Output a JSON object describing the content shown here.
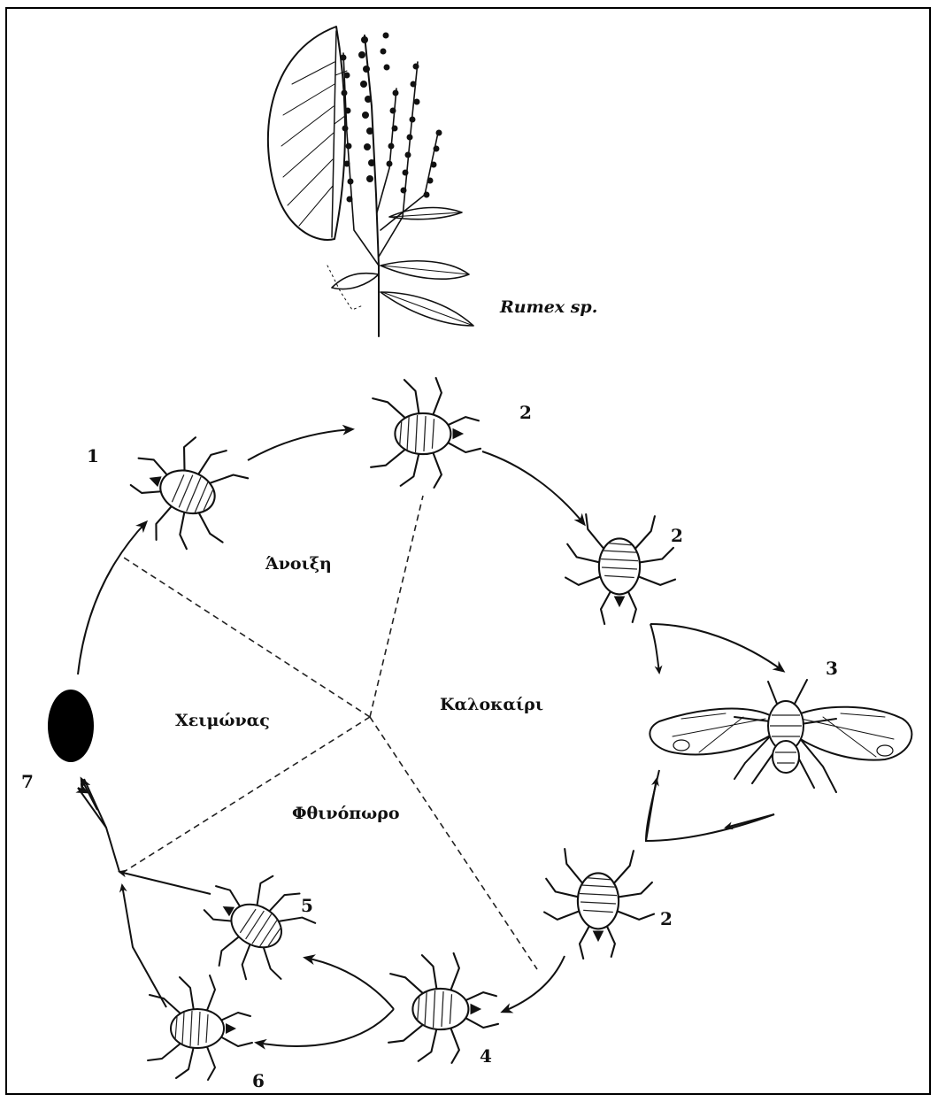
{
  "host_plant": {
    "name": "Rumex sp."
  },
  "seasons": {
    "spring": "Άνοιξη",
    "summer": "Καλοκαίρι",
    "autumn": "Φθινόπωρο",
    "winter": "Χειμώνας"
  },
  "stages": [
    {
      "id": "s1",
      "label": "1"
    },
    {
      "id": "s2a",
      "label": "2"
    },
    {
      "id": "s2b",
      "label": "2"
    },
    {
      "id": "s3",
      "label": "3"
    },
    {
      "id": "s2c",
      "label": "2"
    },
    {
      "id": "s4",
      "label": "4"
    },
    {
      "id": "s5",
      "label": "5"
    },
    {
      "id": "s6",
      "label": "6"
    },
    {
      "id": "s7",
      "label": "7"
    }
  ],
  "colors": {
    "ink": "#111111",
    "background": "#ffffff"
  }
}
